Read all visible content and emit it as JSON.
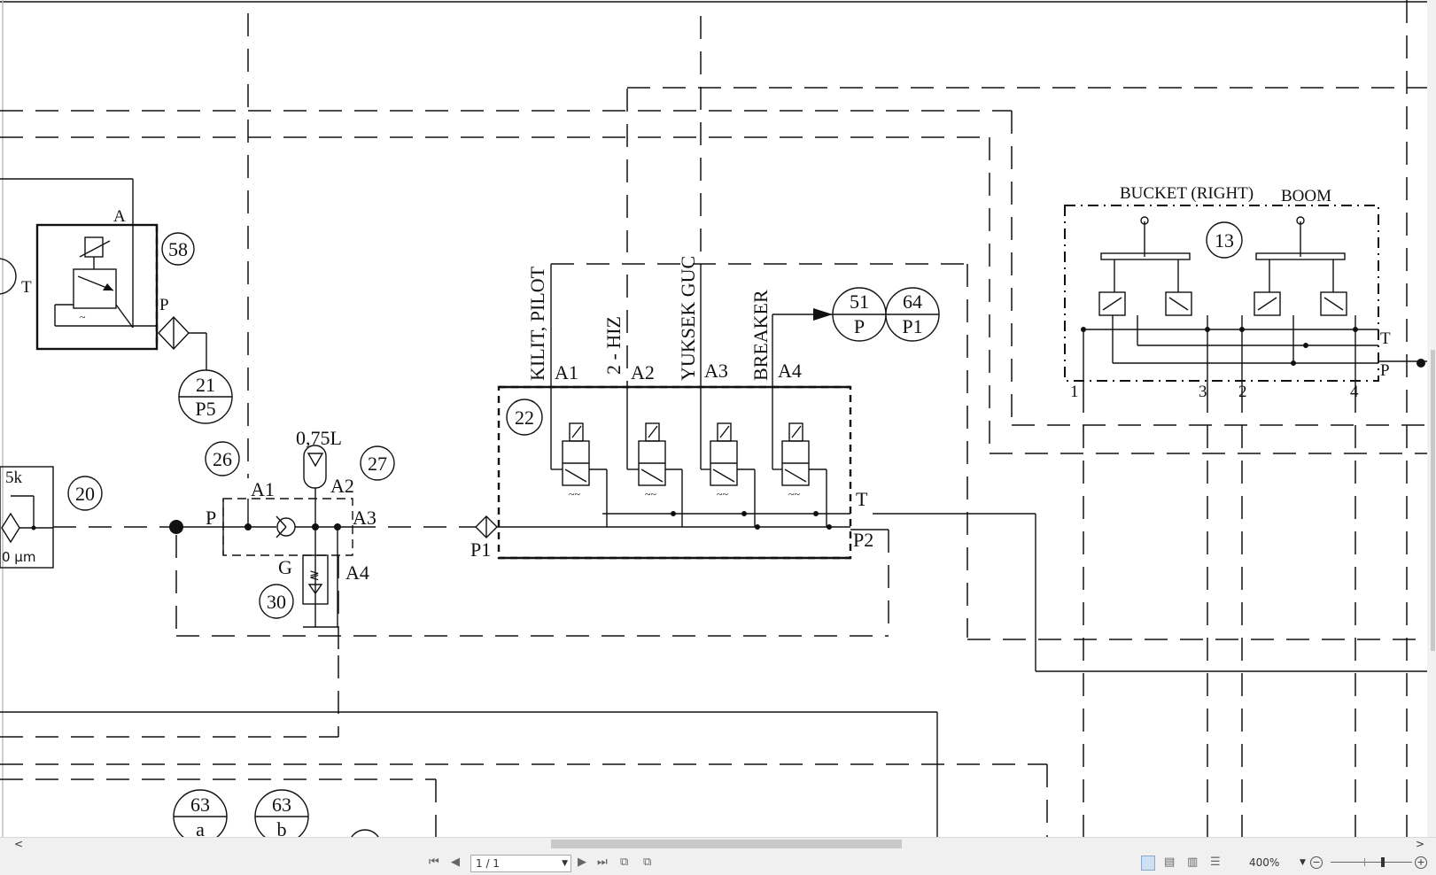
{
  "diagram": {
    "bubbles": {
      "b58": "58",
      "b21": [
        "21",
        "P5"
      ],
      "b20": "20",
      "b26": "26",
      "b27": "27",
      "b30": "30",
      "b22": "22",
      "b51": [
        "51",
        "P"
      ],
      "b64": [
        "64",
        "P1"
      ],
      "b13": "13",
      "b63a": [
        "63",
        "a"
      ],
      "b63b": [
        "63",
        "b"
      ]
    },
    "labels": {
      "A_top": "A",
      "T_left": "T",
      "P_left": "P",
      "five_k": "5k",
      "micron": "0 µm",
      "accum_vol": "0,75L",
      "A1": "A1",
      "A2": "A2",
      "A3": "A3",
      "A4": "A4",
      "P_block": "P",
      "G": "G",
      "P1": "P1",
      "T_valve": "T",
      "P2": "P2",
      "kilit_pilot": "KILIT, PILOT",
      "hiz": "2 - HIZ",
      "yuksek_guc": "YUKSEK GUC",
      "breaker": "BREAKER",
      "va1": "A1",
      "va2": "A2",
      "va3": "A3",
      "va4": "A4",
      "bucket_right": "BUCKET (RIGHT)",
      "boom": "BOOM",
      "T_joy": "T",
      "P_joy": "P",
      "port1": "1",
      "port3": "3",
      "port2": "2",
      "port4": "4"
    }
  },
  "viewer": {
    "page_indicator": "1 / 1",
    "zoom": "400%",
    "scroll_left_arrow": "<",
    "scroll_right_arrow": ">"
  }
}
